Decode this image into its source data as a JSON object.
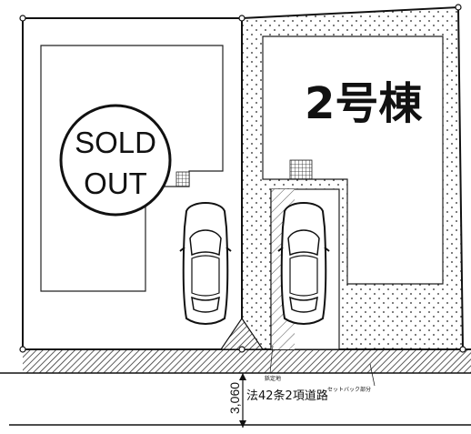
{
  "lots": {
    "left": {
      "stamp_line1": "SOLD",
      "stamp_line2": "OUT"
    },
    "right": {
      "building_label": "2号棟"
    }
  },
  "road": {
    "width_dimension": "3,060",
    "road_type_label": "法42条2項道路",
    "setback_label": "セットバック部分",
    "boundary_marker_label": "鋲定地"
  }
}
